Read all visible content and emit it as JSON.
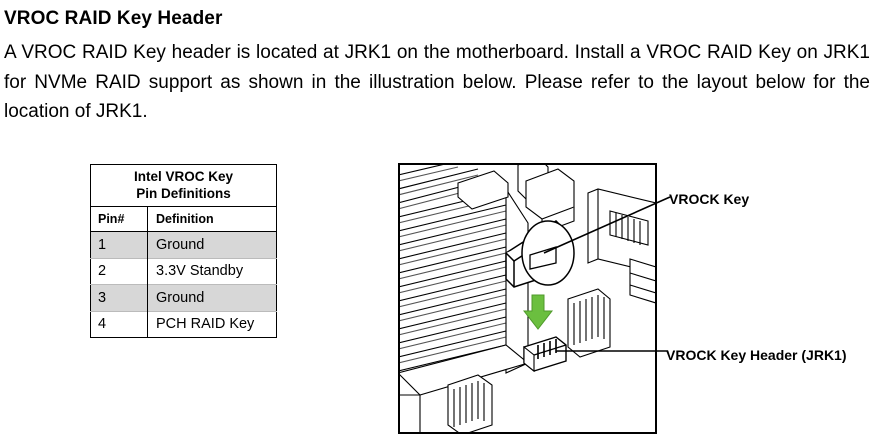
{
  "section": {
    "title": "VROC RAID Key Header",
    "paragraph": "A VROC RAID Key header is located at JRK1 on the motherboard. Install a VROC RAID Key on JRK1 for NVMe RAID support as shown in the illustration below. Please refer to the layout below for the location of JRK1."
  },
  "pin_table": {
    "caption_line1": "Intel VROC Key",
    "caption_line2": "Pin Definitions",
    "headers": [
      "Pin#",
      "Definition"
    ],
    "rows": [
      {
        "pin": "1",
        "definition": "Ground"
      },
      {
        "pin": "2",
        "definition": "3.3V Standby"
      },
      {
        "pin": "3",
        "definition": "Ground"
      },
      {
        "pin": "4",
        "definition": "PCH RAID Key"
      }
    ]
  },
  "illustration": {
    "label_key": "VROCK Key",
    "label_header": "VROCK Key Header (JRK1)",
    "arrow_color": "#6bbf3f"
  }
}
